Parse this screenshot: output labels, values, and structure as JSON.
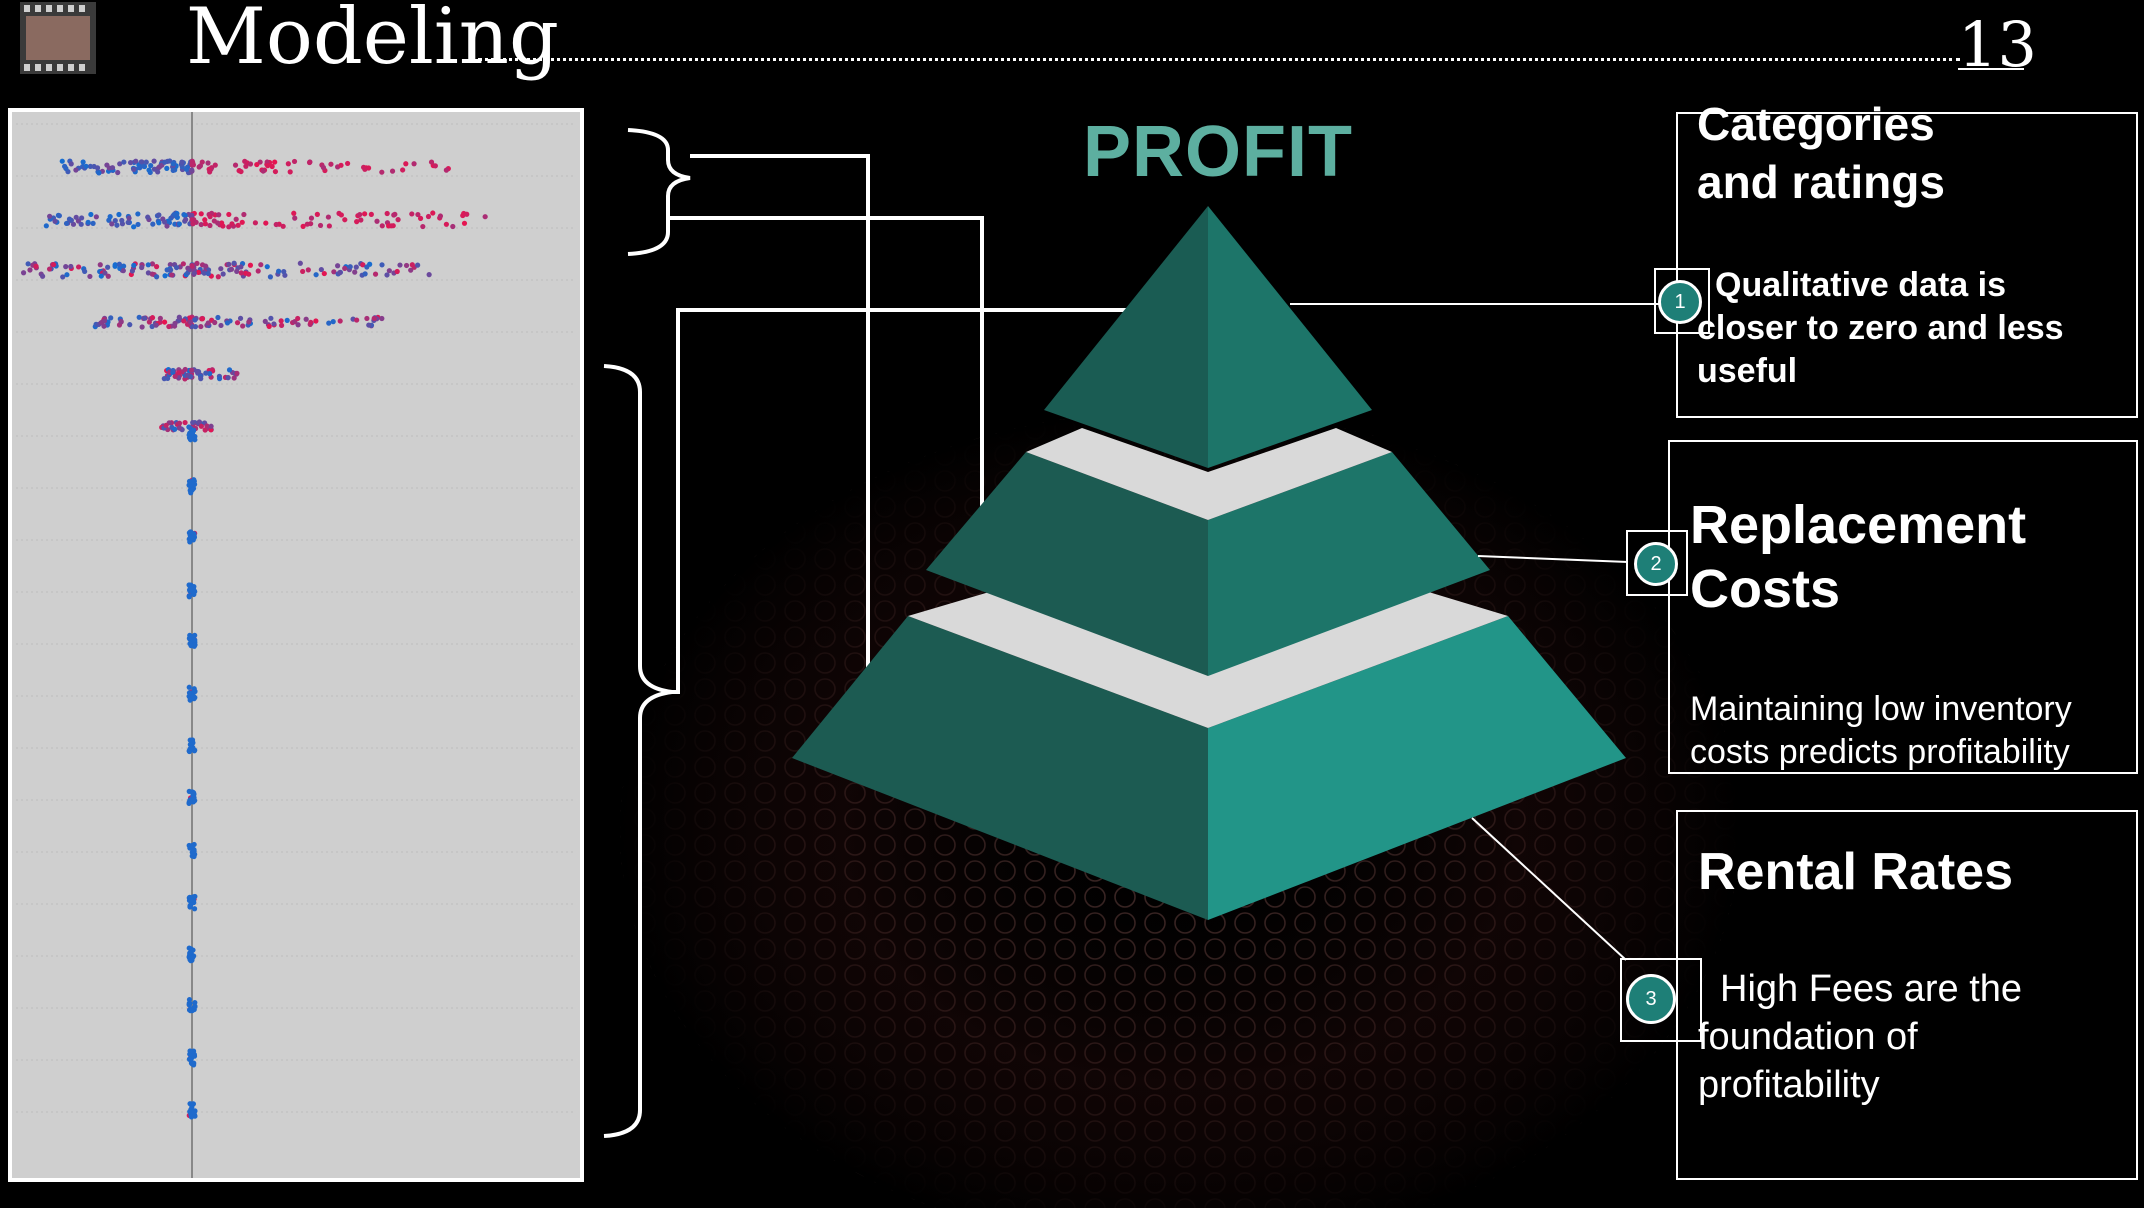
{
  "header": {
    "title": "Modeling",
    "slide_number": "13"
  },
  "pyramid": {
    "title": "PROFIT",
    "colors": {
      "tier_dark": "#1c5b52",
      "tier_mid": "#1d7569",
      "tier_light": "#229588",
      "separator": "#d9d9d9",
      "title": "#5dafa0"
    }
  },
  "boxes": [
    {
      "badge": "1",
      "heading": "Categories and ratings",
      "body": "Qualitative data is closer to zero and less useful"
    },
    {
      "badge": "2",
      "heading": "Replacement Costs",
      "body": "Maintaining low inventory costs predicts profitability"
    },
    {
      "badge": "3",
      "heading": "Rental Rates",
      "body": "High Fees are the foundation of profitability"
    }
  ],
  "icons": {
    "header": "film-strip-icon"
  }
}
